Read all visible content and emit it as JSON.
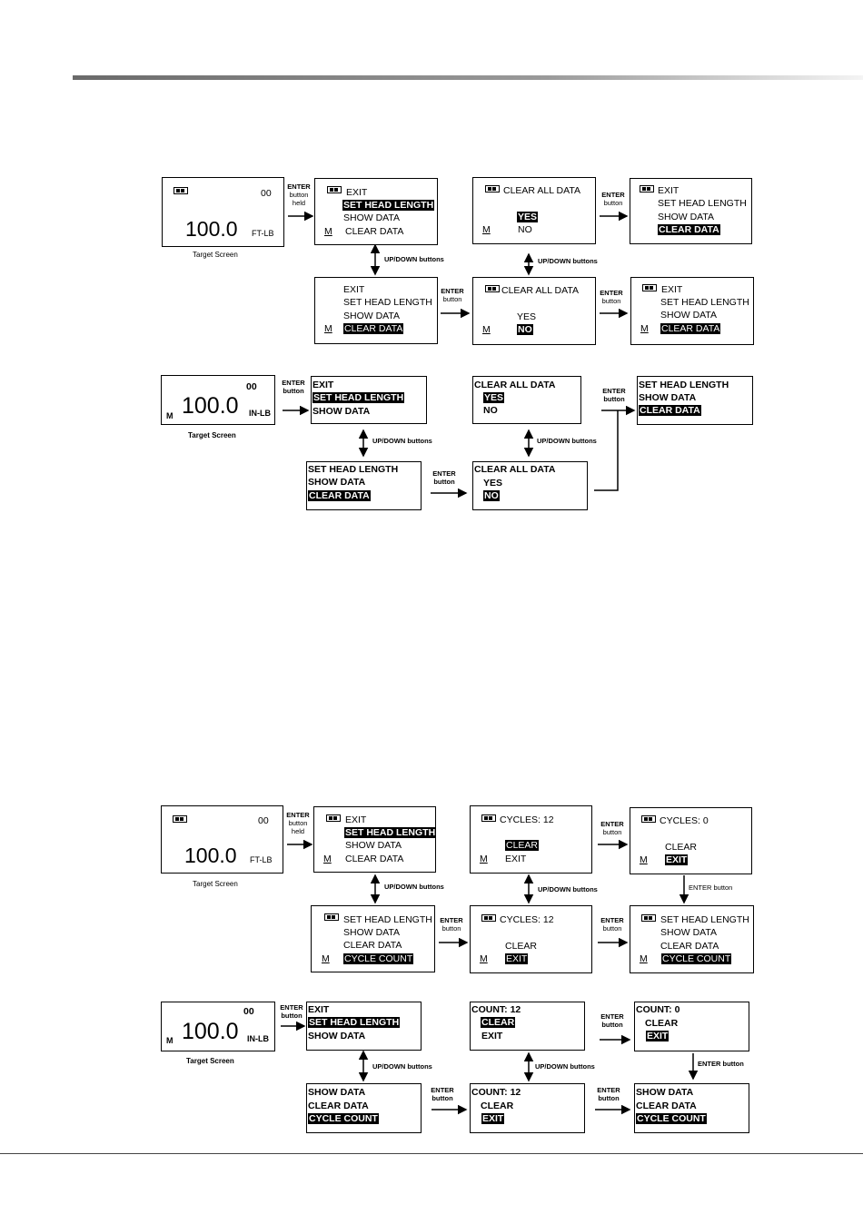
{
  "common": {
    "exit": "EXIT",
    "set_head_length": "SET HEAD LENGTH",
    "show_data": "SHOW DATA",
    "clear_data": "CLEAR DATA",
    "clear_all_data": "CLEAR ALL DATA",
    "yes": "YES",
    "no": "NO",
    "m": "M",
    "counter": "00",
    "torque": "100.0",
    "ft_lb": "FT-LB",
    "in_lb": "IN-LB",
    "target_screen": "Target Screen",
    "enter_button_held": [
      "ENTER",
      "button",
      "held"
    ],
    "enter_button": [
      "ENTER",
      "button"
    ],
    "enter_button_single": "ENTER button",
    "updown": "UP/DOWN buttons",
    "cycle_count": "CYCLE COUNT",
    "clear": "CLEAR",
    "cycles_12": "CYCLES:  12",
    "cycles_0": "CYCLES:  0",
    "count_12": "COUNT: 12",
    "count_0": "COUNT: 0"
  }
}
